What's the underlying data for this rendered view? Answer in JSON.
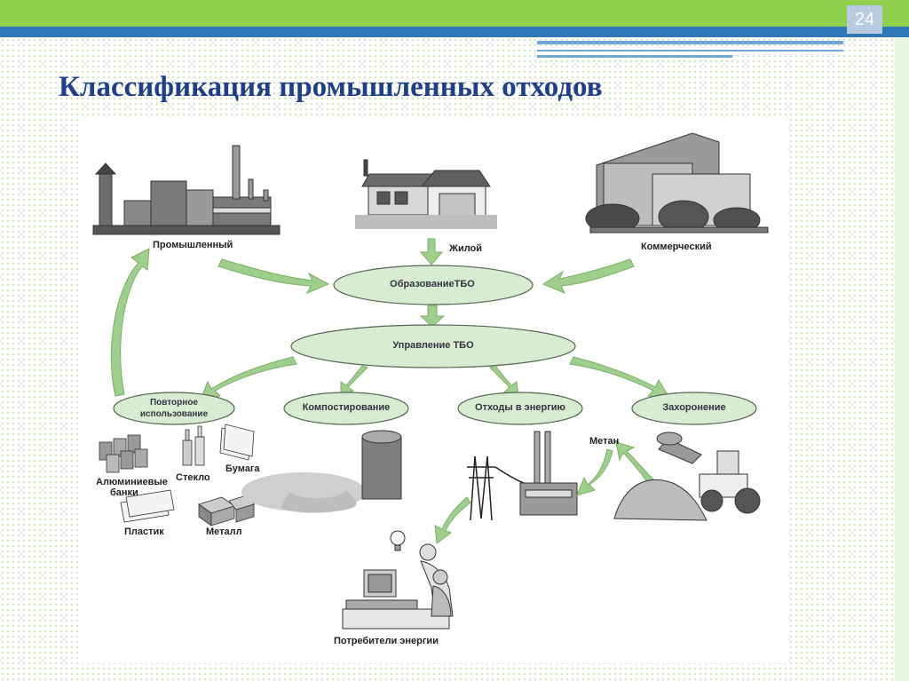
{
  "slide": {
    "number": "24",
    "title": "Классификация промышленных отходов"
  },
  "sources": {
    "industrial": "Промышленный",
    "residential": "Жилой",
    "commercial": "Коммерческий"
  },
  "nodes": {
    "generation": "ОбразованиеТБО",
    "management": "Управление ТБО"
  },
  "methods": {
    "reuse_line1": "Повторное",
    "reuse_line2": "использование",
    "composting": "Компостирование",
    "waste_to_energy": "Отходы в энергию",
    "landfill": "Захоронение"
  },
  "materials": {
    "aluminum_line1": "Алюминиевые",
    "aluminum_line2": "банки",
    "glass": "Стекло",
    "paper": "Бумага",
    "plastic": "Пластик",
    "metal": "Металл"
  },
  "other": {
    "methane": "Метан",
    "energy_consumers": "Потребители энергии"
  },
  "colors": {
    "green_bar": "#8fd14f",
    "blue_bar": "#2f78b8",
    "title": "#1f3f8a",
    "ellipse_fill": "#d7ecd0",
    "arrow_fill": "#9fcf8d"
  }
}
